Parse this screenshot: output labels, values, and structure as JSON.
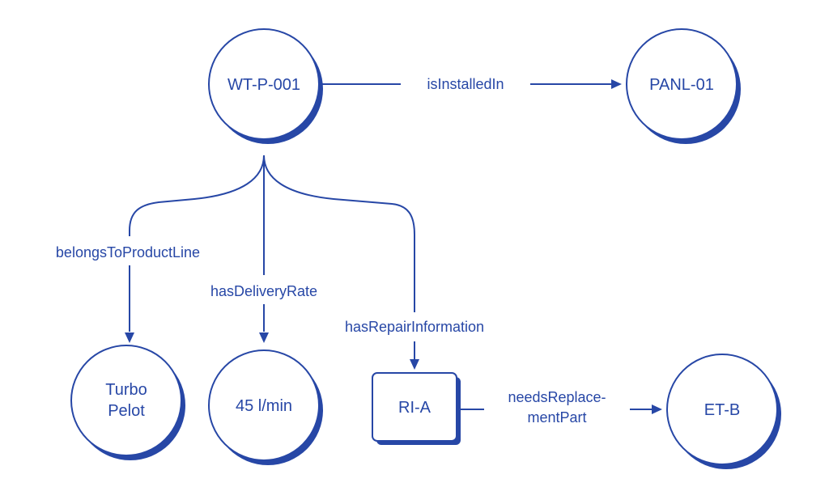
{
  "diagram": {
    "nodes": {
      "wt_p_001": "WT-P-001",
      "panl_01": "PANL-01",
      "turbo_pelot_line1": "Turbo",
      "turbo_pelot_line2": "Pelot",
      "rate": "45 l/min",
      "ri_a": "RI-A",
      "et_b": "ET-B"
    },
    "edges": {
      "is_installed_in": "isInstalledIn",
      "belongs_to_product_line": "belongsToProductLine",
      "has_delivery_rate": "hasDeliveryRate",
      "has_repair_information": "hasRepairInformation",
      "needs_replacement_part_line1": "needsReplace-",
      "needs_replacement_part_line2": "mentPart"
    },
    "colors": {
      "accent": "#2747a6",
      "background": "#ffffff"
    }
  }
}
